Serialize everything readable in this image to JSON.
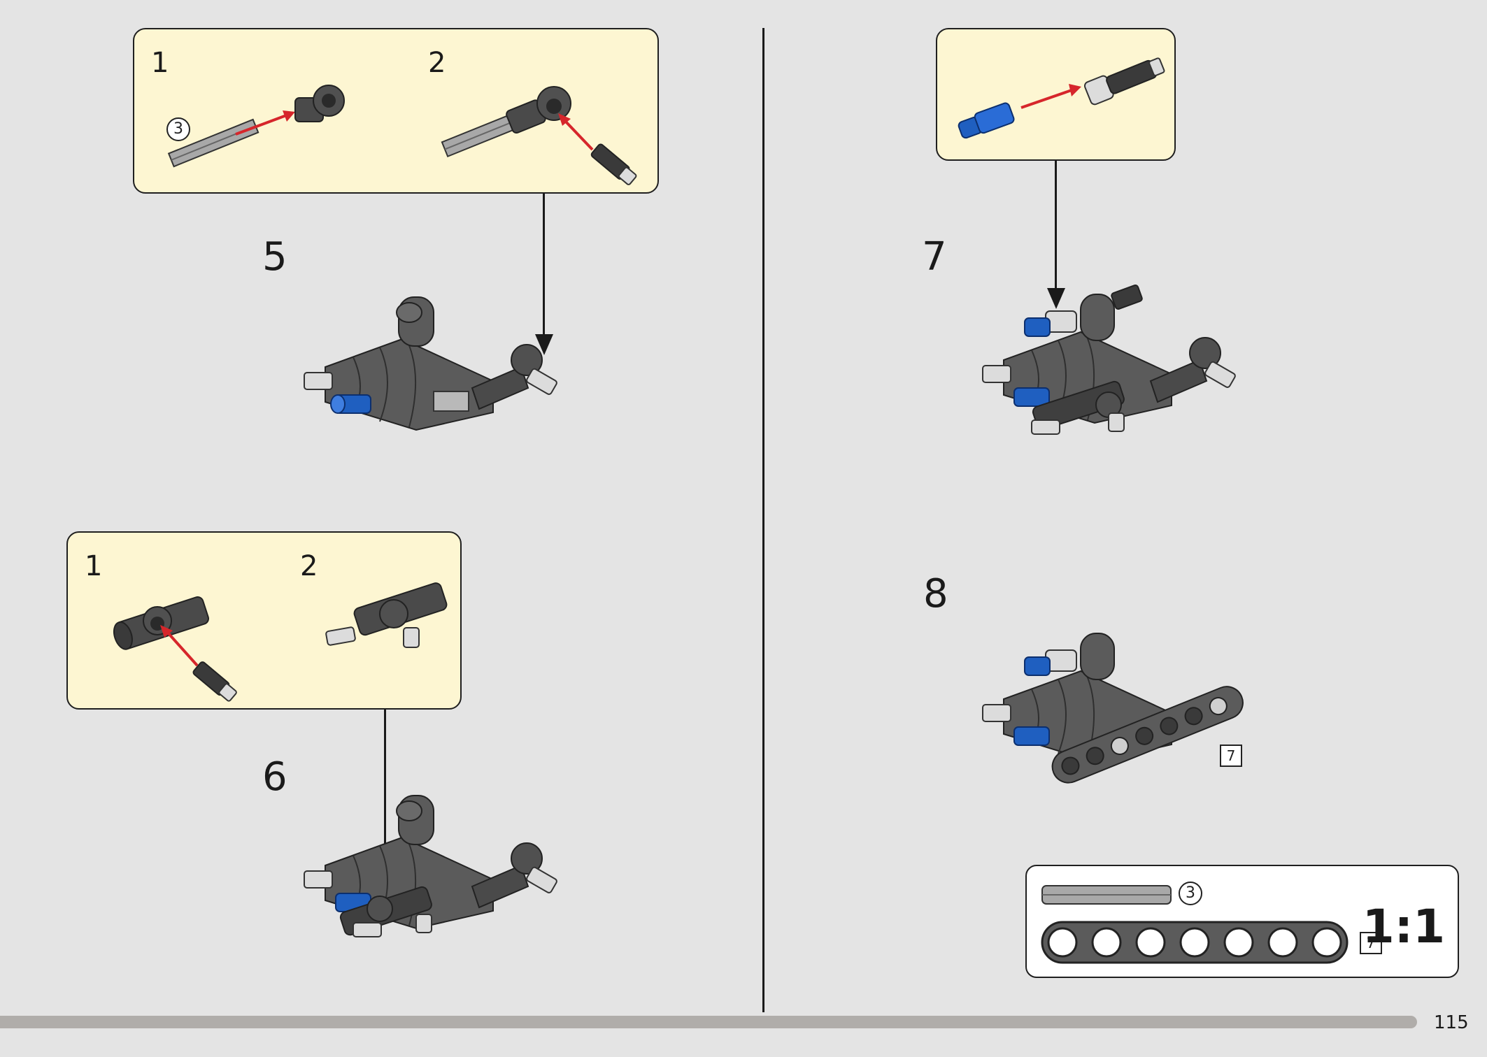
{
  "left_page": {
    "step5": {
      "number": "5",
      "callout": {
        "sub1": "1",
        "sub2": "2",
        "axle_count": "3"
      }
    },
    "step6": {
      "number": "6",
      "callout": {
        "sub1": "1",
        "sub2": "2"
      }
    }
  },
  "right_page": {
    "step7": {
      "number": "7"
    },
    "step8": {
      "number": "8",
      "beam_length": "7"
    }
  },
  "scale_panel": {
    "axle_count": "3",
    "beam_length": "7",
    "scale": "1:1"
  },
  "footer": {
    "page_number": "115"
  },
  "colors": {
    "background": "#e4e4e4",
    "callout": "#fdf6d2",
    "part_dark": "#5b5b5b",
    "part_blue": "#1f5fc0",
    "insert_arrow": "#d6262b"
  }
}
